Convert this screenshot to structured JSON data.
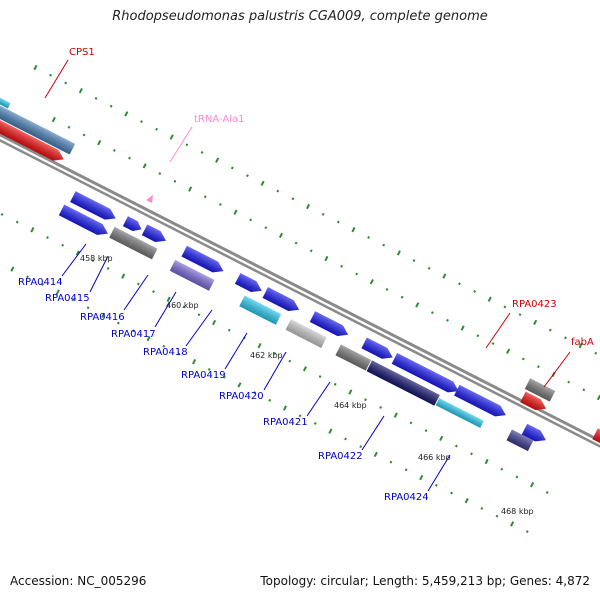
{
  "title": "Rhodopseudomonas palustris CGA009, complete genome",
  "footer": {
    "accession": "Accession: NC_005296",
    "topology": "Topology: circular; Length: 5,459,213 bp; Genes: 4,872"
  },
  "colors": {
    "backbone": "#8a8a8a",
    "tick": "#2e8b2e",
    "blue_gene": "#1a1aee",
    "dark_blue_gene": "#14146e",
    "slate_gene": "#7a6ad6",
    "navy_gene": "#3c3a8e",
    "gray_gene": "#777777",
    "light_gray_gene": "#c8c8c8",
    "cyan_gene": "#2cc8ee",
    "steel_gene": "#4a7fb6",
    "red_gene": "#ee1010",
    "label_blue": "#0000cc",
    "label_red": "#cc0000",
    "label_pink": "#ff88cc"
  },
  "kbp_labels": [
    "458 kbp",
    "460 kbp",
    "462 kbp",
    "464 kbp",
    "466 kbp",
    "468 kbp"
  ],
  "gene_labels": [
    {
      "text": "RPA0414",
      "color": "blue"
    },
    {
      "text": "RPA0415",
      "color": "blue"
    },
    {
      "text": "RPA0416",
      "color": "blue"
    },
    {
      "text": "RPA0417",
      "color": "blue"
    },
    {
      "text": "RPA0418",
      "color": "blue"
    },
    {
      "text": "RPA0419",
      "color": "blue"
    },
    {
      "text": "RPA0420",
      "color": "blue"
    },
    {
      "text": "RPA0421",
      "color": "blue"
    },
    {
      "text": "RPA0422",
      "color": "blue"
    },
    {
      "text": "RPA0424",
      "color": "blue"
    },
    {
      "text": "RPA0423",
      "color": "red"
    },
    {
      "text": "fabA",
      "color": "red"
    },
    {
      "text": "CPS1",
      "color": "red"
    },
    {
      "text": "tRNA-Ala1",
      "color": "pink"
    }
  ]
}
